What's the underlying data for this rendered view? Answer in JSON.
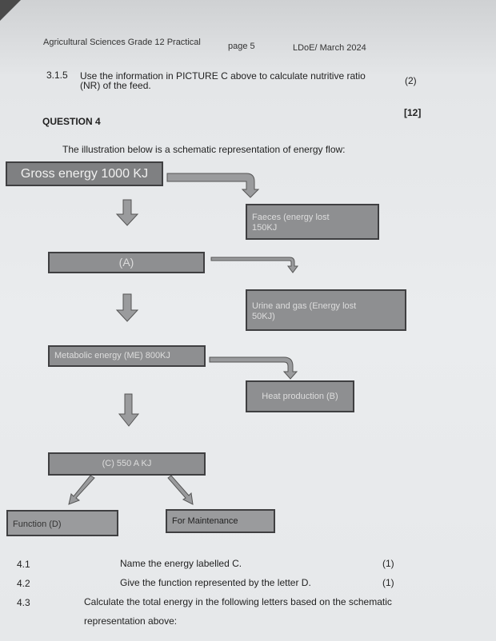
{
  "header": {
    "subject": "Agricultural Sciences Grade 12 Practical",
    "page": "page 5",
    "source": "LDoE/ March 2024"
  },
  "question_3_1_5": {
    "number": "3.1.5",
    "line1": "Use the information in PICTURE C above to calculate nutritive ratio",
    "line2": "(NR) of the feed.",
    "marks": "(2)"
  },
  "section_total": "[12]",
  "question4": {
    "title": "QUESTION 4",
    "intro": "The illustration below is a schematic representation of energy flow:"
  },
  "diagram": {
    "gross_energy": "Gross energy 1000 KJ",
    "faeces_line1": "Faeces (energy lost",
    "faeces_line2": "150KJ",
    "digestible": "(A)",
    "urine_line1": "Urine and gas (Energy lost",
    "urine_line2": "50KJ)",
    "metabolic": "Metabolic energy (ME)  800KJ",
    "heat": "Heat production (B)",
    "net": "(C) 550 A KJ",
    "function": "Function (D)",
    "maintenance": "For Maintenance",
    "colors": {
      "box_fill": "#8e8f91",
      "box_border": "#3f3f41",
      "arrow_fill": "#9a9b9d"
    }
  },
  "questions": [
    {
      "number": "4.1",
      "text": "Name the energy labelled C.",
      "marks": "(1)"
    },
    {
      "number": "4.2",
      "text": "Give the function represented by the letter D.",
      "marks": "(1)"
    },
    {
      "number": "4.3",
      "text": "Calculate the total energy in the following letters based on the schematic",
      "text2": "representation above:"
    }
  ]
}
